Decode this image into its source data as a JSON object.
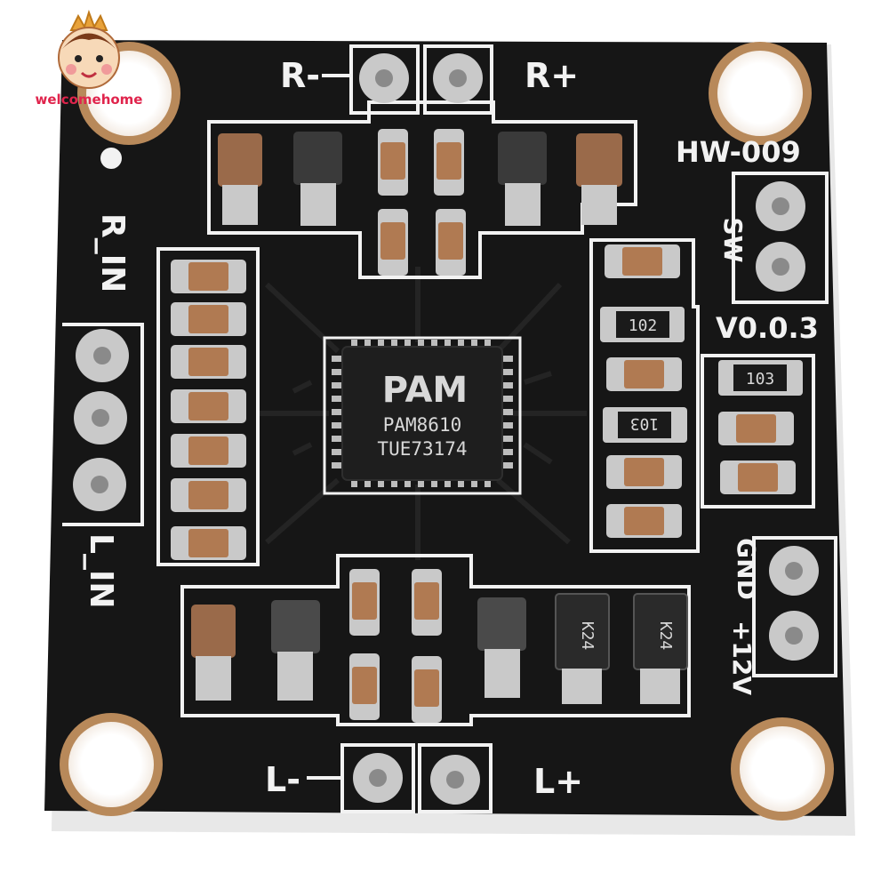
{
  "watermark": {
    "text": "welcomehome",
    "icon": "baby-face-crown-icon"
  },
  "board": {
    "model": "HW-009",
    "version": "V0.0.3",
    "chip": {
      "logo": "PAM",
      "part": "PAM8610",
      "lot": "TUE73174"
    },
    "labels": {
      "r_minus": "R-",
      "r_plus": "R+",
      "l_minus": "L-",
      "l_plus": "L+",
      "r_in": "R_IN",
      "l_in": "L_IN",
      "sw": "SW",
      "gnd": "GND",
      "v12": "+12V"
    },
    "resistor_codes": [
      "102",
      "103",
      "103"
    ],
    "diode_codes": [
      "K24",
      "K24"
    ],
    "colors": {
      "pcb": "#161616",
      "silkscreen": "#f2f2f2",
      "pad": "#c9c9c9",
      "capacitor": "#b07a52",
      "hole_ring": "#b8895a"
    }
  }
}
